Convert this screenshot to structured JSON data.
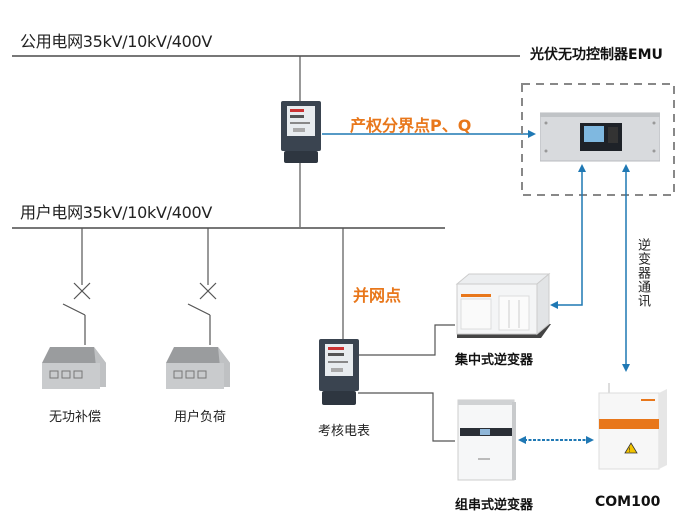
{
  "diagram": {
    "public_grid_label": "公用电网35kV/10kV/400V",
    "user_grid_label": "用户电网35kV/10kV/400V",
    "emu_title": "光伏无功控制器EMU",
    "boundary_point_label": "产权分界点P、Q",
    "grid_connection_label": "并网点",
    "reactive_comp_label": "无功补偿",
    "user_load_label": "用户负荷",
    "check_meter_label": "考核电表",
    "central_inverter_label": "集中式逆变器",
    "string_inverter_label": "组串式逆变器",
    "com_label": "COM100",
    "inverter_comm_label": "逆变器通讯"
  },
  "colors": {
    "orange_accent": "#e8771b",
    "arrow_blue": "#1f78b4",
    "line_gray": "#555555",
    "dashed_border": "#888888"
  },
  "icons": {
    "meter": "electric-meter-icon",
    "emu": "rack-controller-icon",
    "building": "load-building-icon",
    "central_inverter": "container-inverter-icon",
    "string_inverter": "string-inverter-icon",
    "com100": "communication-box-icon",
    "switch": "breaker-switch-icon"
  }
}
